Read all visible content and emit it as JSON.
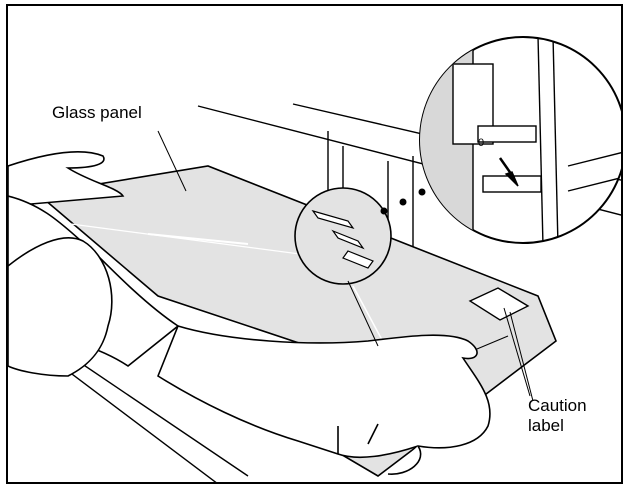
{
  "labels": {
    "glass_panel": "Glass panel",
    "caution_line1": "Caution",
    "caution_line2": "label"
  },
  "inset_marker": "0",
  "colors": {
    "line": "#000000",
    "glass_fill": "#e3e3e3",
    "inset_fill": "#d8d8d8",
    "background": "#ffffff"
  }
}
